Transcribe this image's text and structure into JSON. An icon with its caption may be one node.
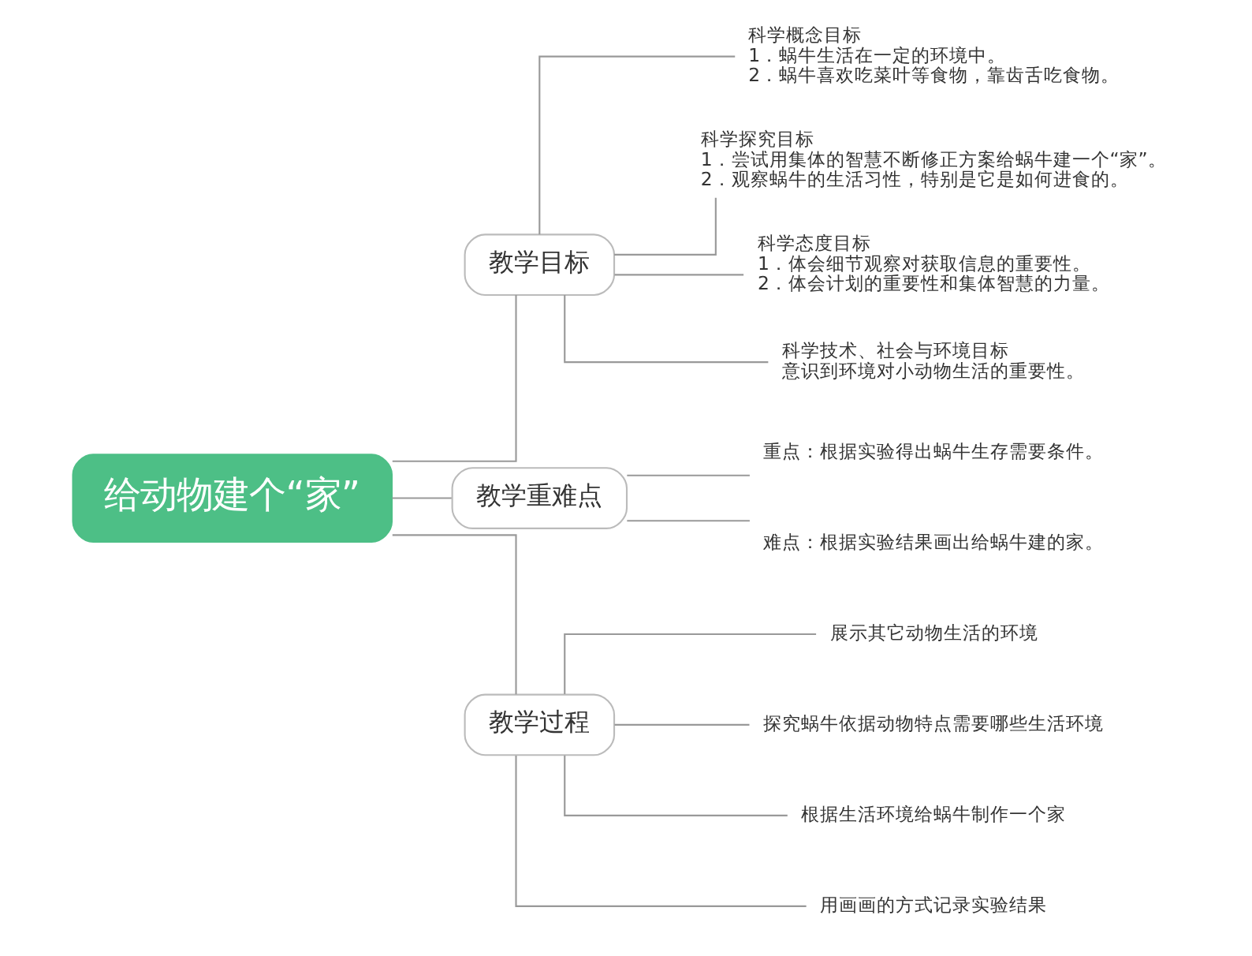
{
  "diagram": {
    "nodes": [
      {
        "text": [
          "给动物建个“家”"
        ]
      },
      {
        "text": [
          "教学目标"
        ]
      },
      {
        "text": [
          "科学概念目标",
          "1．蜗牛生活在一定的环境中。",
          "2．蜗牛喜欢吃菜叶等食物，靠齿舌吃食物。"
        ]
      },
      {
        "text": [
          "科学探究目标",
          "1．尝试用集体的智慧不断修正方案给蜗牛建一个“家”。",
          "2．观察蜗牛的生活习性，特别是它是如何进食的。"
        ]
      },
      {
        "text": [
          "科学态度目标",
          "1．体会细节观察对获取信息的重要性。",
          "2．体会计划的重要性和集体智慧的力量。"
        ]
      },
      {
        "text": [
          "科学技术、社会与环境目标",
          "意识到环境对小动物生活的重要性。"
        ]
      },
      {
        "text": [
          "教学重难点"
        ]
      },
      {
        "text": [
          "重点：根据实验得出蜗牛生存需要条件。"
        ]
      },
      {
        "text": [
          "难点：根据实验结果画出给蜗牛建的家。"
        ]
      },
      {
        "text": [
          "教学过程"
        ]
      },
      {
        "text": [
          "展示其它动物生活的环境"
        ]
      },
      {
        "text": [
          "探究蜗牛依据动物特点需要哪些生活环境"
        ]
      },
      {
        "text": [
          "根据生活环境给蜗牛制作一个家"
        ]
      },
      {
        "text": [
          "用画画的方式记录实验结果"
        ]
      }
    ],
    "edges": [
      {
        "from": 0,
        "to": 1,
        "arrow": "none"
      },
      {
        "from": 1,
        "to": 2,
        "arrow": "none"
      },
      {
        "from": 1,
        "to": 3,
        "arrow": "none"
      },
      {
        "from": 1,
        "to": 4,
        "arrow": "none"
      },
      {
        "from": 1,
        "to": 5,
        "arrow": "none"
      },
      {
        "from": 0,
        "to": 6,
        "arrow": "none"
      },
      {
        "from": 6,
        "to": 7,
        "arrow": "none"
      },
      {
        "from": 6,
        "to": 8,
        "arrow": "none"
      },
      {
        "from": 0,
        "to": 9,
        "arrow": "none"
      },
      {
        "from": 9,
        "to": 10,
        "arrow": "none"
      },
      {
        "from": 9,
        "to": 11,
        "arrow": "none"
      },
      {
        "from": 9,
        "to": 12,
        "arrow": "none"
      },
      {
        "from": 9,
        "to": 13,
        "arrow": "none"
      }
    ]
  }
}
